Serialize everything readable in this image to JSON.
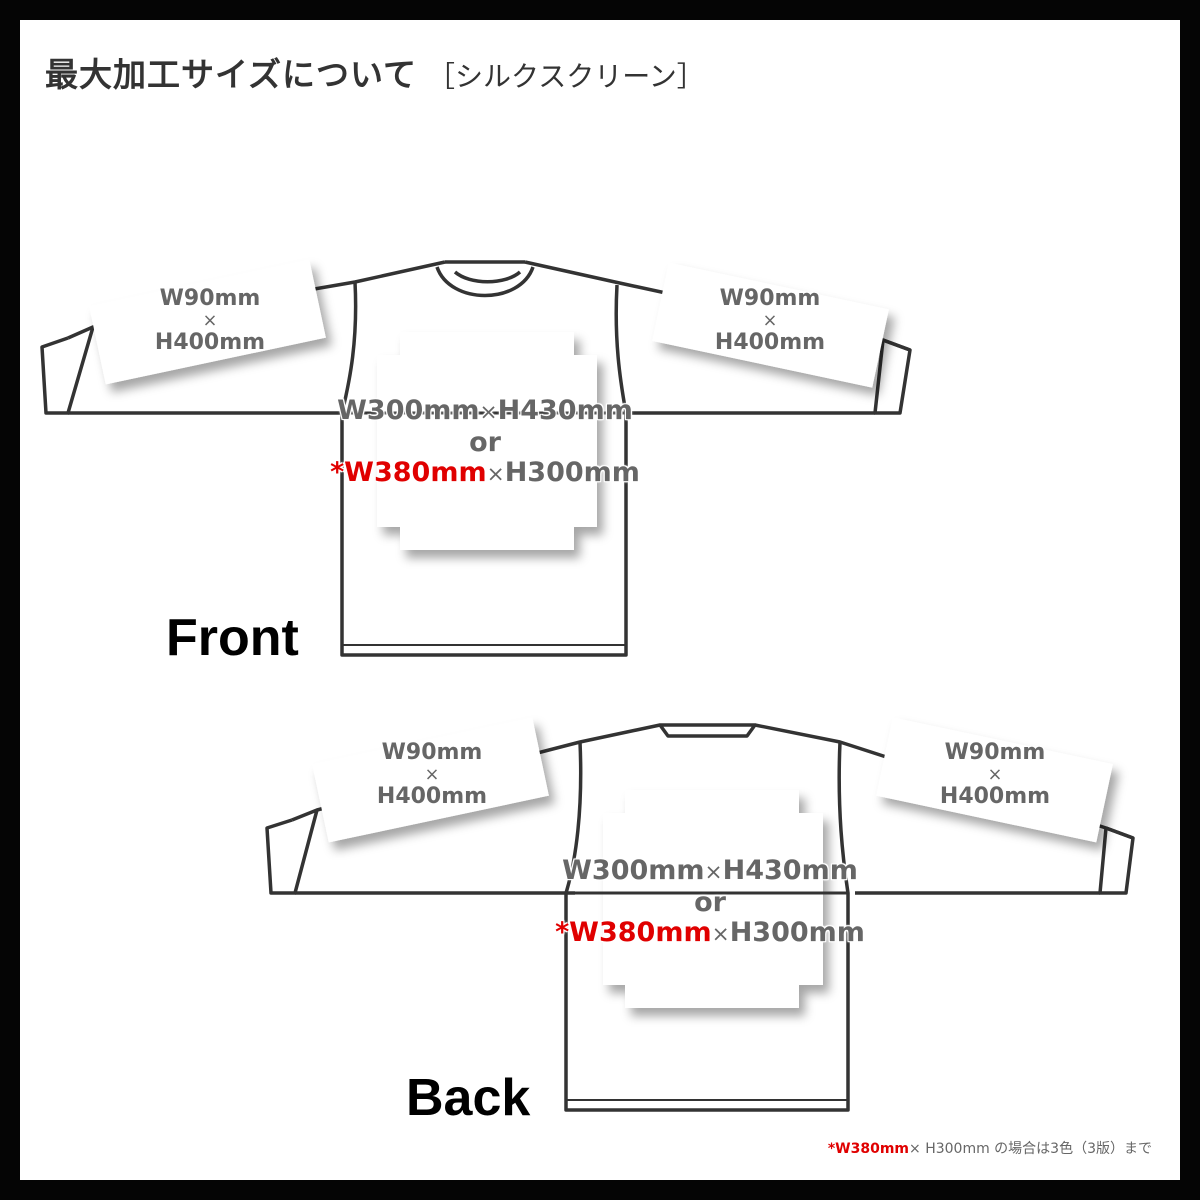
{
  "header": {
    "title": "最大加工サイズについて",
    "subtitle": "［シルクスクリーン］"
  },
  "front": {
    "view_label": "Front",
    "left_sleeve": {
      "w": "W90mm",
      "times": "×",
      "h": "H400mm"
    },
    "right_sleeve": {
      "w": "W90mm",
      "times": "×",
      "h": "H400mm"
    },
    "body": {
      "line1_w": "W300mm",
      "line1_times": "×",
      "line1_h": "H430mm",
      "or": "or",
      "line2_w": "*W380mm",
      "line2_times": "×",
      "line2_h": "H300mm"
    }
  },
  "back": {
    "view_label": "Back",
    "left_sleeve": {
      "w": "W90mm",
      "times": "×",
      "h": "H400mm"
    },
    "right_sleeve": {
      "w": "W90mm",
      "times": "×",
      "h": "H400mm"
    },
    "body": {
      "line1_w": "W300mm",
      "line1_times": "×",
      "line1_h": "H430mm",
      "or": "or",
      "line2_w": "*W380mm",
      "line2_times": "×",
      "line2_h": "H300mm"
    }
  },
  "footnote": {
    "highlight": "*W380mm",
    "rest": "× H300mm の場合は3色（3版）まで"
  },
  "colors": {
    "frame": "#050505",
    "background": "#ffffff",
    "title_text": "#333333",
    "dimension_text": "#666666",
    "accent_red": "#e00000",
    "outline": "#333333"
  }
}
